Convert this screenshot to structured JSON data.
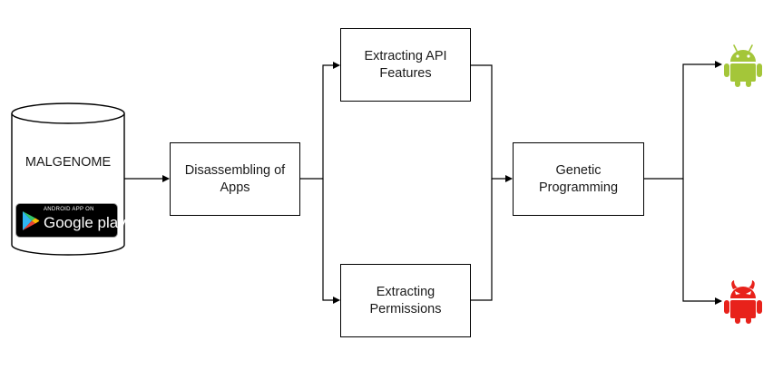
{
  "nodes": {
    "database": {
      "label": "MALGENOME"
    },
    "badge": {
      "small_text": "ANDROID APP ON",
      "big_text": "Google play"
    },
    "disassemble": {
      "label_line1": "Disassembling of",
      "label_line2": "Apps"
    },
    "api": {
      "label_line1": "Extracting API",
      "label_line2": "Features"
    },
    "permissions": {
      "label_line1": "Extracting",
      "label_line2": "Permissions"
    },
    "gp": {
      "label_line1": "Genetic",
      "label_line2": "Programming"
    }
  },
  "outputs": {
    "benign_icon": "android-benign-icon",
    "malicious_icon": "android-malicious-icon"
  },
  "colors": {
    "benign": "#a4c639",
    "malicious": "#e8221b",
    "stroke": "#000000"
  }
}
